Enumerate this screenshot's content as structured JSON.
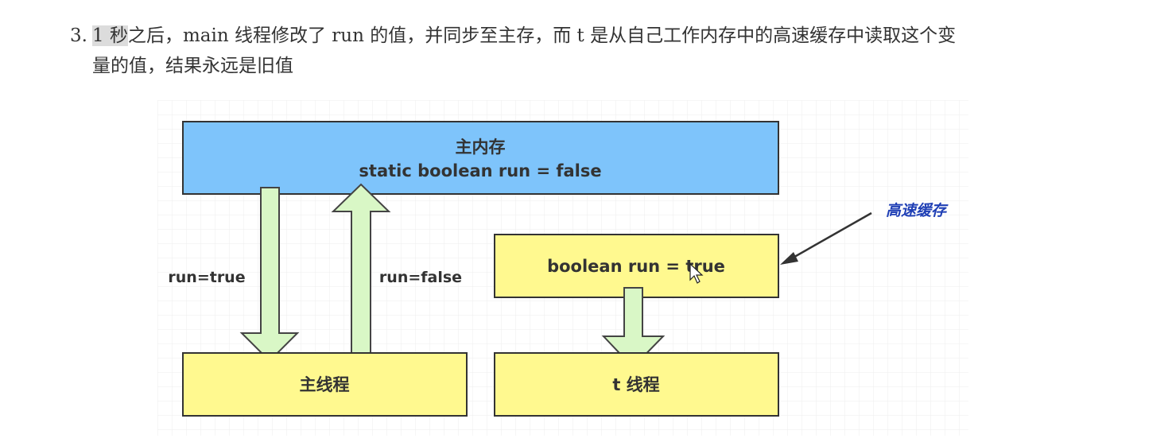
{
  "paragraph": {
    "number": "3.",
    "highlight": "1 秒",
    "line1_rest": "之后，main 线程修改了 run 的值，并同步至主存，而 t 是从自己工作内存中的高速缓存中读取这个变",
    "line2": "量的值，结果永远是旧值"
  },
  "diagram": {
    "main_memory": {
      "title": "主内存",
      "code": "static boolean run = false",
      "color": "#7ec4fb"
    },
    "cache": {
      "code": "boolean run = true",
      "color": "#fff98f"
    },
    "main_thread": {
      "label": "主线程",
      "color": "#fff98f"
    },
    "t_thread": {
      "label": "t 线程",
      "color": "#fff98f"
    },
    "arrow_down_label": "run=true",
    "arrow_up_label": "run=false",
    "cache_annotation": "高速缓存",
    "arrow_fill": "#d9f7c6"
  }
}
